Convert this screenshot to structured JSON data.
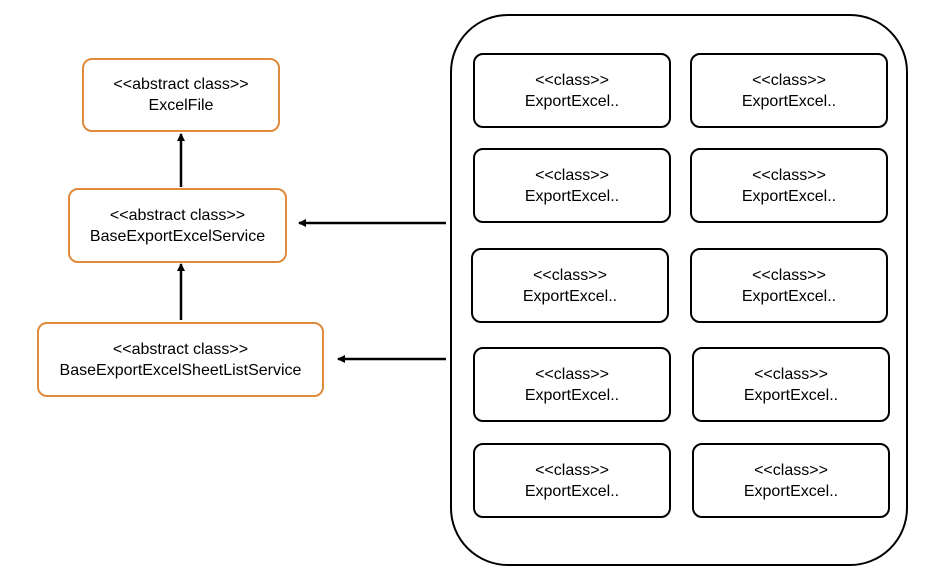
{
  "abstract_classes": [
    {
      "stereotype": "<<abstract class>>",
      "name": "ExcelFile"
    },
    {
      "stereotype": "<<abstract class>>",
      "name": "BaseExportExcelService"
    },
    {
      "stereotype": "<<abstract class>>",
      "name": "BaseExportExcelSheetListService"
    }
  ],
  "concrete_classes": [
    {
      "stereotype": "<<class>>",
      "name": "ExportExcel.."
    },
    {
      "stereotype": "<<class>>",
      "name": "ExportExcel.."
    },
    {
      "stereotype": "<<class>>",
      "name": "ExportExcel.."
    },
    {
      "stereotype": "<<class>>",
      "name": "ExportExcel.."
    },
    {
      "stereotype": "<<class>>",
      "name": "ExportExcel.."
    },
    {
      "stereotype": "<<class>>",
      "name": "ExportExcel.."
    },
    {
      "stereotype": "<<class>>",
      "name": "ExportExcel.."
    },
    {
      "stereotype": "<<class>>",
      "name": "ExportExcel.."
    },
    {
      "stereotype": "<<class>>",
      "name": "ExportExcel.."
    },
    {
      "stereotype": "<<class>>",
      "name": "ExportExcel.."
    }
  ],
  "colors": {
    "abstract_border": "#e08a3c",
    "class_border": "#000000",
    "arrow": "#000000"
  }
}
